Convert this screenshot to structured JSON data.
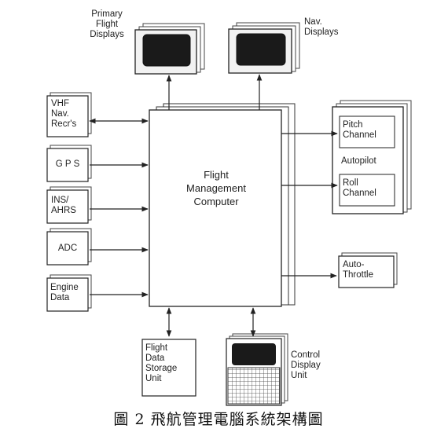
{
  "diagram": {
    "center": "Flight\nManagement\nComputer",
    "primary_displays": "Primary\nFlight\nDisplays",
    "nav_displays": "Nav.\nDisplays",
    "vhf": "VHF\nNav.\nRecr's",
    "gps": "G P S",
    "ins": "INS/\nAHRS",
    "adc": "ADC",
    "engine": "Engine\nData",
    "autopilot": "Autopilot",
    "pitch": "Pitch\nChannel",
    "roll": "Roll\nChannel",
    "autothrottle": "Auto-\nThrottle",
    "storage": "Flight\nData\nStorage\nUnit",
    "cdu": "Control\nDisplay\nUnit"
  },
  "caption": "圖 2 飛航管理電腦系統架構圖"
}
